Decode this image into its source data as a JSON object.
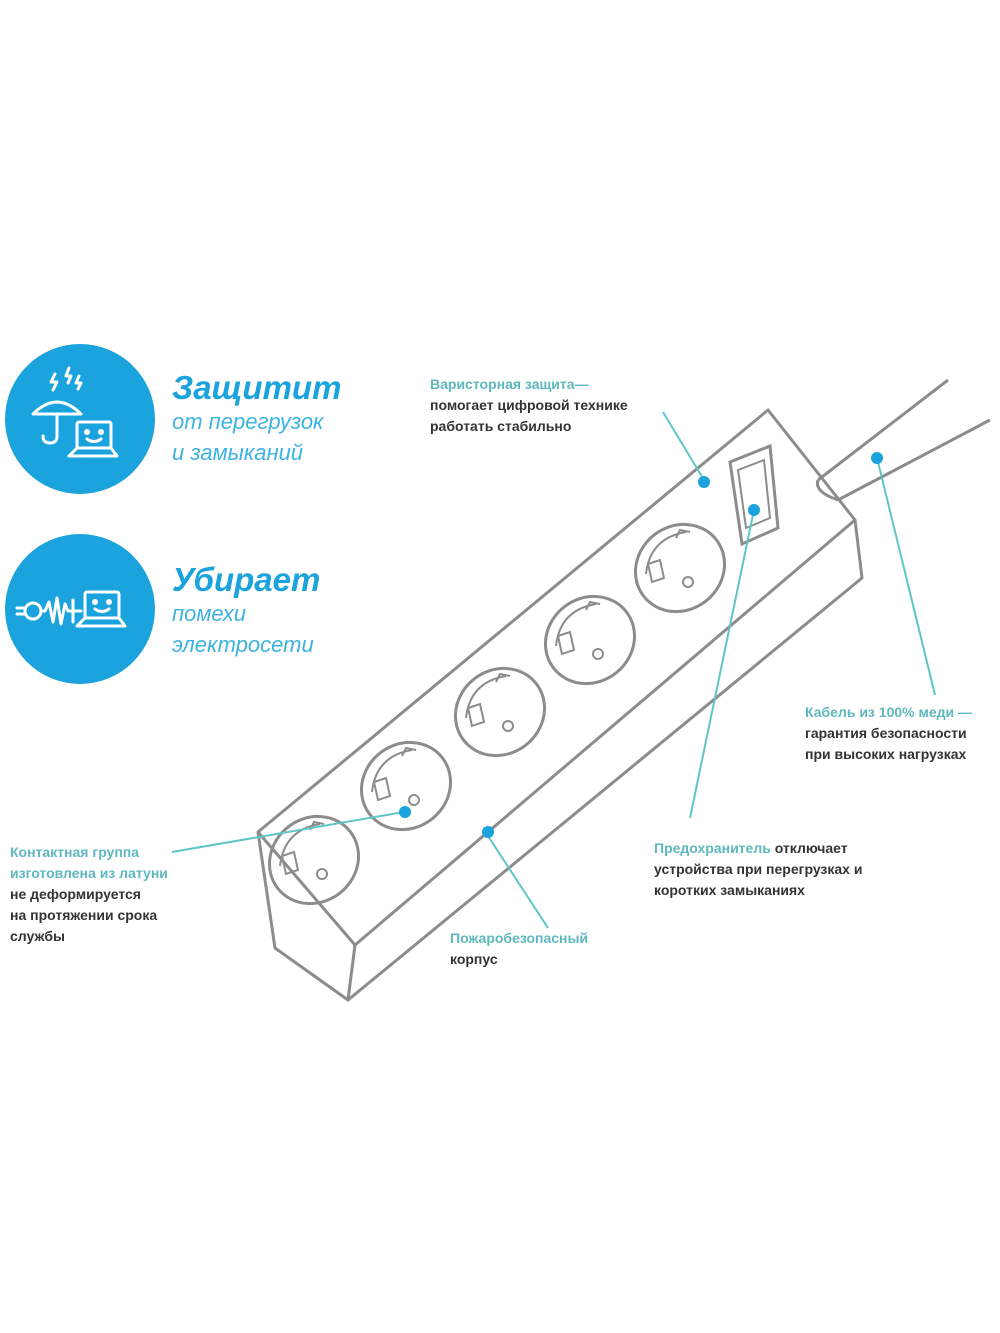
{
  "colors": {
    "accent": "#1aa3dd",
    "leader": "#5ec6c6",
    "outline": "#8c8c8c",
    "text": "#333333"
  },
  "features": [
    {
      "icon": "umbrella-shield-laptop-icon",
      "heading": "Защитит",
      "lines": [
        "от перегрузок",
        "и замыканий"
      ]
    },
    {
      "icon": "plug-noise-laptop-icon",
      "heading": "Убирает",
      "lines": [
        "помехи",
        "электросети"
      ]
    }
  ],
  "callouts": {
    "varistor": {
      "highlight": "Варисторная защита",
      "rest": "—",
      "lines": [
        "помогает цифровой технике",
        "работать стабильно"
      ]
    },
    "cable": {
      "highlight": "Кабель из 100% меди",
      "rest": " —",
      "lines": [
        "гарантия безопасности",
        "при высоких нагрузках"
      ]
    },
    "fuse": {
      "highlight": "Предохранитель",
      "rest": " отключает",
      "lines": [
        "устройства при перегрузках и",
        "коротких замыканиях"
      ]
    },
    "housing": {
      "highlight": "Пожаробезопасный",
      "lines": [
        "корпус"
      ]
    },
    "contacts": {
      "highlight_lines": [
        "Контактная группа",
        "изготовлена из латуни"
      ],
      "lines": [
        "не деформируется",
        "на протяжении срока",
        "службы"
      ]
    }
  }
}
